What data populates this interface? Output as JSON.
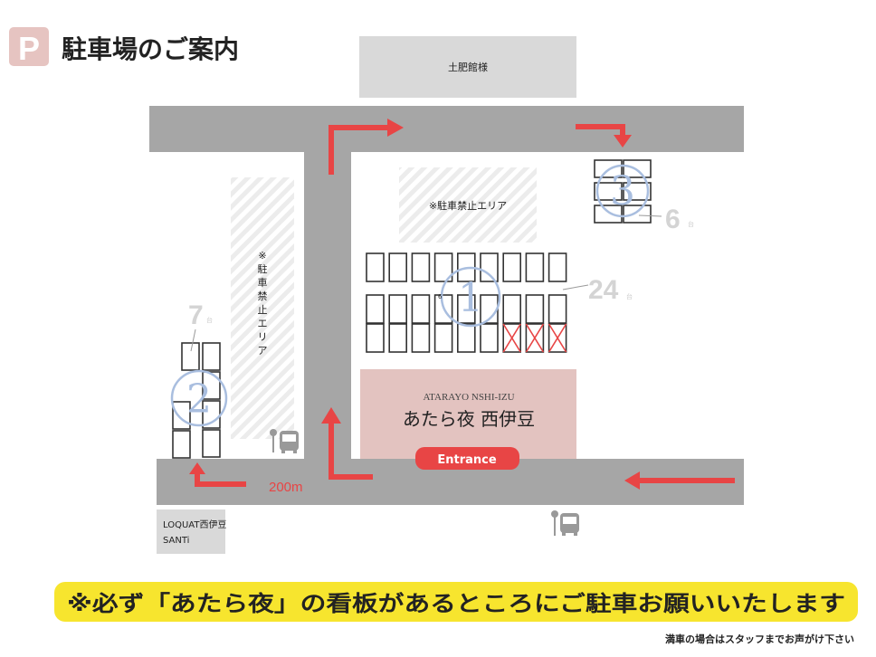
{
  "header": {
    "logo_letter": "P",
    "title": "駐車場のご案内"
  },
  "map": {
    "neighbor_building": "土肥館様",
    "no_parking_top": "※駐車禁止エリア",
    "no_parking_left": [
      "※",
      "駐",
      "車",
      "禁",
      "止",
      "エ",
      "リ",
      "ア"
    ],
    "lot1": {
      "number": "1",
      "count": "24",
      "unit": "台",
      "small_label": "6",
      "unavailable_spots": 3
    },
    "lot2": {
      "number": "2",
      "count": "7",
      "unit": "台"
    },
    "lot3": {
      "number": "3",
      "count": "6",
      "unit": "台"
    },
    "hotel": {
      "name_en": "ATARAYO NSHI-IZU",
      "name_jp": "あたら夜 西伊豆"
    },
    "entrance_label": "Entrance",
    "distance": "200m",
    "loquat": {
      "line1": "LOQUAT西伊豆",
      "line2": "SANTi"
    },
    "icons": [
      "bus-stop-icon",
      "bus-stop-icon"
    ],
    "colors": {
      "road": "#a6a6a6",
      "arrow": "#e84545",
      "hotel": "#e3c3c0",
      "circle": "#a9bedf",
      "banner": "#f7e52e"
    }
  },
  "banner": "※必ず「あたら夜」の看板があるところにご駐車お願いいたします",
  "footnote": "満車の場合はスタッフまでお声がけ下さい"
}
